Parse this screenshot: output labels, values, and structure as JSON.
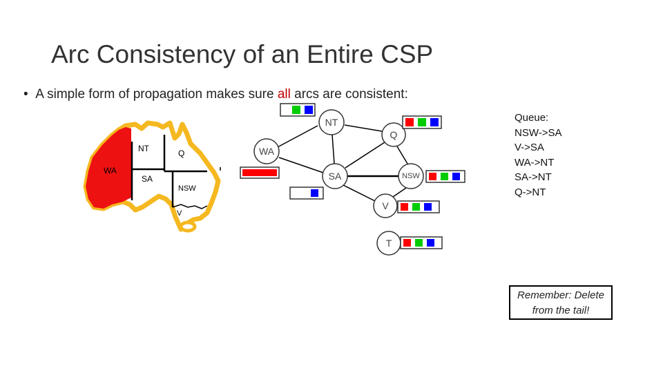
{
  "title": "Arc Consistency of an Entire CSP",
  "bullet": {
    "marker": "•",
    "before": "A simple form of propagation makes sure ",
    "highlight": "all",
    "after": " arcs are consistent:"
  },
  "map": {
    "labels": {
      "NT": "NT",
      "Q": "Q",
      "WA": "WA",
      "SA": "SA",
      "NSW": "NSW",
      "V": "V"
    }
  },
  "graph": {
    "nodes": [
      "NT",
      "Q",
      "WA",
      "SA",
      "NSW",
      "V",
      "T"
    ],
    "edges": [
      [
        "WA",
        "NT"
      ],
      [
        "WA",
        "SA"
      ],
      [
        "NT",
        "SA"
      ],
      [
        "NT",
        "Q"
      ],
      [
        "SA",
        "Q"
      ],
      [
        "SA",
        "NSW"
      ],
      [
        "Q",
        "NSW"
      ],
      [
        "SA",
        "V"
      ],
      [
        "NSW",
        "V"
      ]
    ]
  },
  "domains": {
    "NT": [
      "green",
      "blue"
    ],
    "Q": [
      "red",
      "green",
      "blue"
    ],
    "WA": [
      "red"
    ],
    "SA": [
      "blue"
    ],
    "NSW": [
      "red",
      "green",
      "blue"
    ],
    "V": [
      "red",
      "green",
      "blue"
    ],
    "T": [
      "red",
      "green",
      "blue"
    ]
  },
  "colors": {
    "red": "#ff0000",
    "green": "#00cc00",
    "blue": "#0000ff",
    "accent_red": "#c00000",
    "map_fill": "#ee1111",
    "map_border": "#f5b820"
  },
  "queue": {
    "heading": "Queue:",
    "items": [
      "NSW->SA",
      "V->SA",
      "WA->NT",
      "SA->NT",
      "Q->NT"
    ]
  },
  "note": {
    "line1": "Remember: Delete",
    "line2": "from  the tail!"
  }
}
